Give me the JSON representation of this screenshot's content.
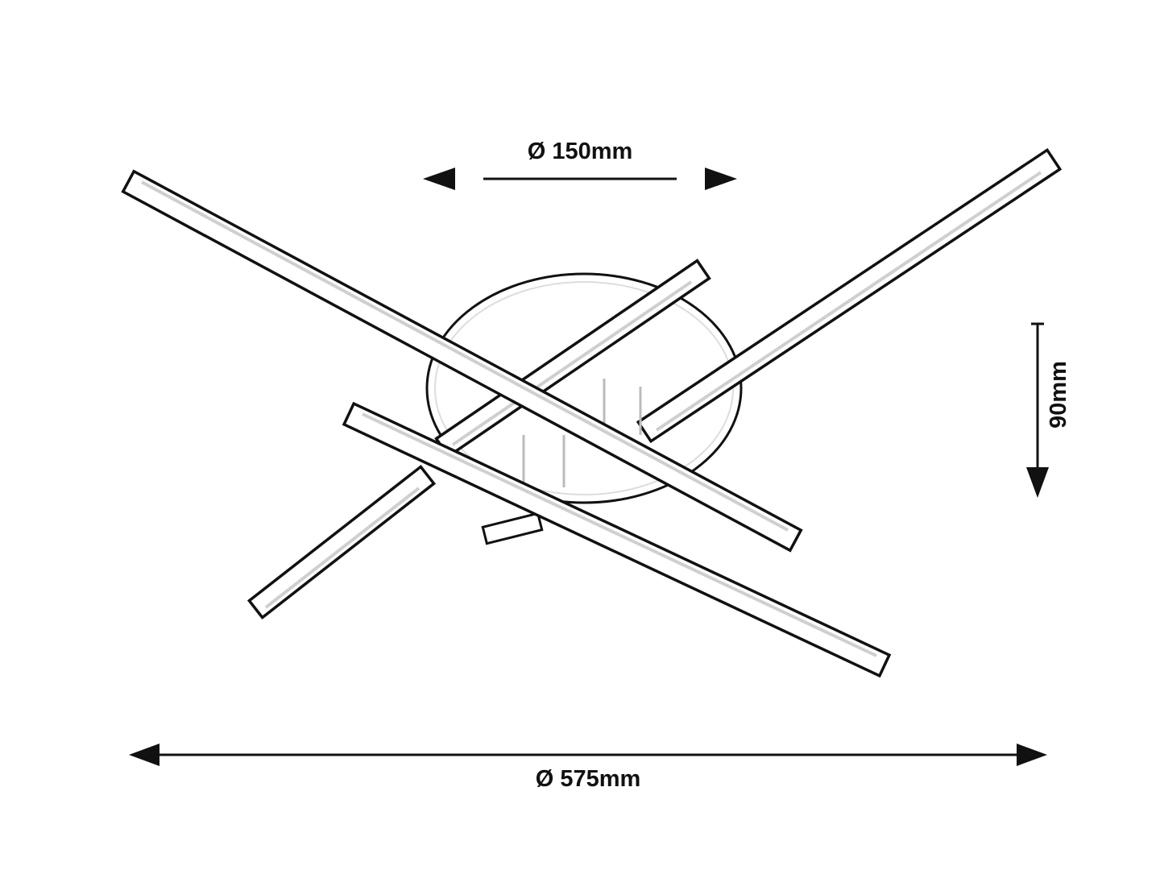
{
  "dimensions": {
    "base_diameter": "Ø 150mm",
    "height": "90mm",
    "overall_diameter": "Ø 575mm"
  },
  "colors": {
    "line": "#111111",
    "fill": "#ffffff",
    "shade": "#cfcfcf"
  }
}
